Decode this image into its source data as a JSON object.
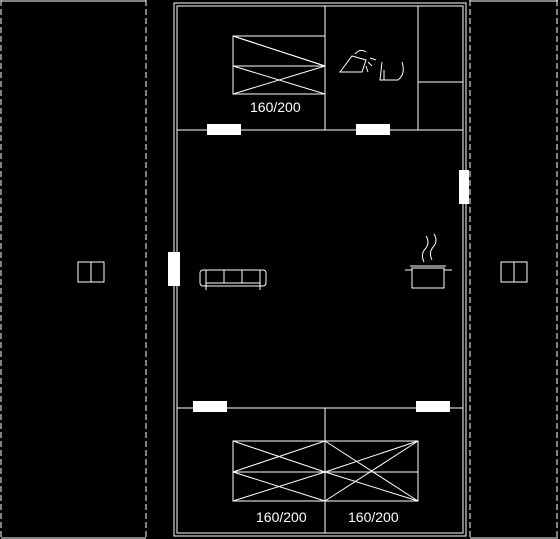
{
  "plan": {
    "beds": {
      "top": {
        "label": "160/200"
      },
      "bottom_left": {
        "label": "160/200"
      },
      "bottom_right": {
        "label": "160/200"
      }
    },
    "icons": {
      "shower": "shower-icon",
      "sofa": "sofa-icon",
      "cooking_pot": "cooking-pot-icon",
      "left_porch": "porch-marker-icon",
      "right_porch": "porch-marker-icon"
    },
    "colors": {
      "background": "#000000",
      "lines": "#ffffff"
    }
  }
}
